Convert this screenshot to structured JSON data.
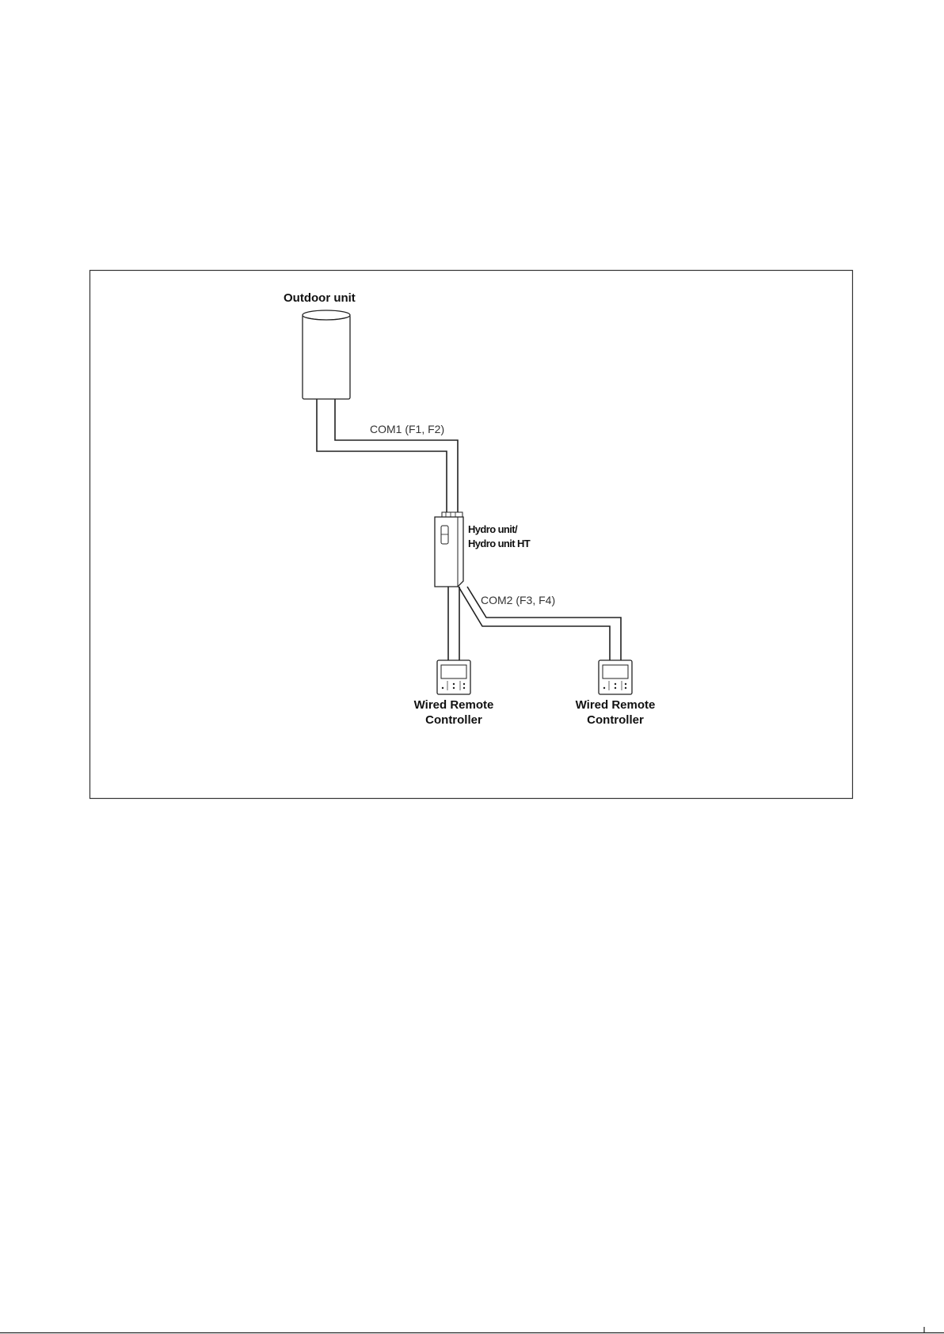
{
  "diagram": {
    "outdoor_unit_label": "Outdoor unit",
    "hydro_unit_label_line1": "Hydro unit/",
    "hydro_unit_label_line2": "Hydro unit HT",
    "com1_label": "COM1 (F1, F2)",
    "com2_label": "COM2 (F3, F4)",
    "remote_left": {
      "label_line1": "Wired Remote",
      "label_line2": "Controller"
    },
    "remote_right": {
      "label_line1": "Wired Remote",
      "label_line2": "Controller"
    }
  },
  "colors": {
    "line": "#222222",
    "frame": "#333333",
    "background": "#ffffff"
  },
  "icons": [
    "outdoor-unit-icon",
    "hydro-unit-icon",
    "wired-remote-controller-icon"
  ]
}
